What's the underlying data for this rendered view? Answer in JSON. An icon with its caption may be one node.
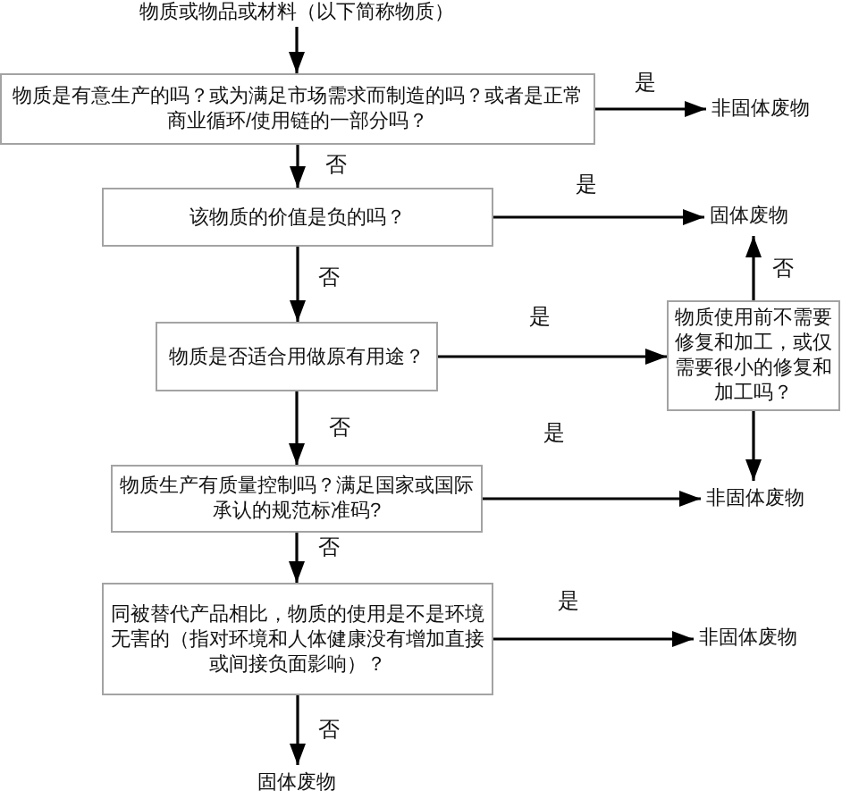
{
  "diagram": {
    "nodes": [
      {
        "text": [
          "物质或物品或材料（以下简称物质）"
        ]
      },
      {
        "text": [
          "物质是有意生产的吗？或为满足市场需求而制造的吗？或者是正常商业循环/使用链的一部分吗？"
        ]
      },
      {
        "text": [
          "非固体废物"
        ]
      },
      {
        "text": [
          "该物质的价值是负的吗？"
        ]
      },
      {
        "text": [
          "固体废物"
        ]
      },
      {
        "text": [
          "物质是否适合用做原有用途？"
        ]
      },
      {
        "text": [
          "物质使用前不需要修复和加工，或仅需要很小的修复和加工吗？"
        ]
      },
      {
        "text": [
          "物质生产有质量控制吗？满足国家或国际承认的规范标准码?"
        ]
      },
      {
        "text": [
          "非固体废物"
        ]
      },
      {
        "text": [
          "同被替代产品相比，物质的使用是不是环境无害的（指对环境和人体健康没有增加直接或间接负面影响）？"
        ]
      },
      {
        "text": [
          "非固体废物"
        ]
      },
      {
        "text": [
          "固体废物"
        ]
      }
    ],
    "edges": [
      {
        "from": 0,
        "to": 1,
        "arrow": "to"
      },
      {
        "from": 1,
        "to": 2,
        "arrow": "to",
        "label": "是"
      },
      {
        "from": 1,
        "to": 3,
        "arrow": "to",
        "label": "否"
      },
      {
        "from": 3,
        "to": 4,
        "arrow": "to",
        "label": "是"
      },
      {
        "from": 3,
        "to": 5,
        "arrow": "to",
        "label": "否"
      },
      {
        "from": 5,
        "to": 6,
        "arrow": "to",
        "label": "是"
      },
      {
        "from": 6,
        "to": 4,
        "arrow": "to",
        "label": "否"
      },
      {
        "from": 6,
        "to": 8,
        "arrow": "to"
      },
      {
        "from": 5,
        "to": 7,
        "arrow": "to",
        "label": "否"
      },
      {
        "from": 7,
        "to": 8,
        "arrow": "to",
        "label": "是"
      },
      {
        "from": 7,
        "to": 9,
        "arrow": "to",
        "label": "否"
      },
      {
        "from": 9,
        "to": 10,
        "arrow": "to",
        "label": "是"
      },
      {
        "from": 9,
        "to": 11,
        "arrow": "to",
        "label": "否"
      }
    ]
  }
}
